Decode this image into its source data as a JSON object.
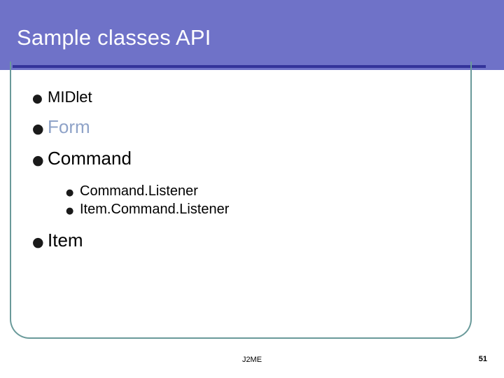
{
  "slide": {
    "title": "Sample classes API",
    "accent_color": "#6f72c8",
    "rule_color": "#33339a",
    "frame_color": "#6a9a9a",
    "highlight_text_color": "#8fa3c8",
    "bullet_glyph": "●",
    "bullets": [
      {
        "level": 1,
        "text": "MIDlet",
        "style": "normal"
      },
      {
        "level": 1,
        "text": "Form",
        "style": "accent-large"
      },
      {
        "level": 1,
        "text": "Command",
        "style": "large"
      },
      {
        "level": 2,
        "text": "Command.Listener",
        "style": "normal"
      },
      {
        "level": 2,
        "text": "Item.Command.Listener",
        "style": "normal"
      },
      {
        "level": 1,
        "text": "Item",
        "style": "large"
      }
    ],
    "footer": {
      "center": "J2ME",
      "page_number": "51"
    }
  }
}
